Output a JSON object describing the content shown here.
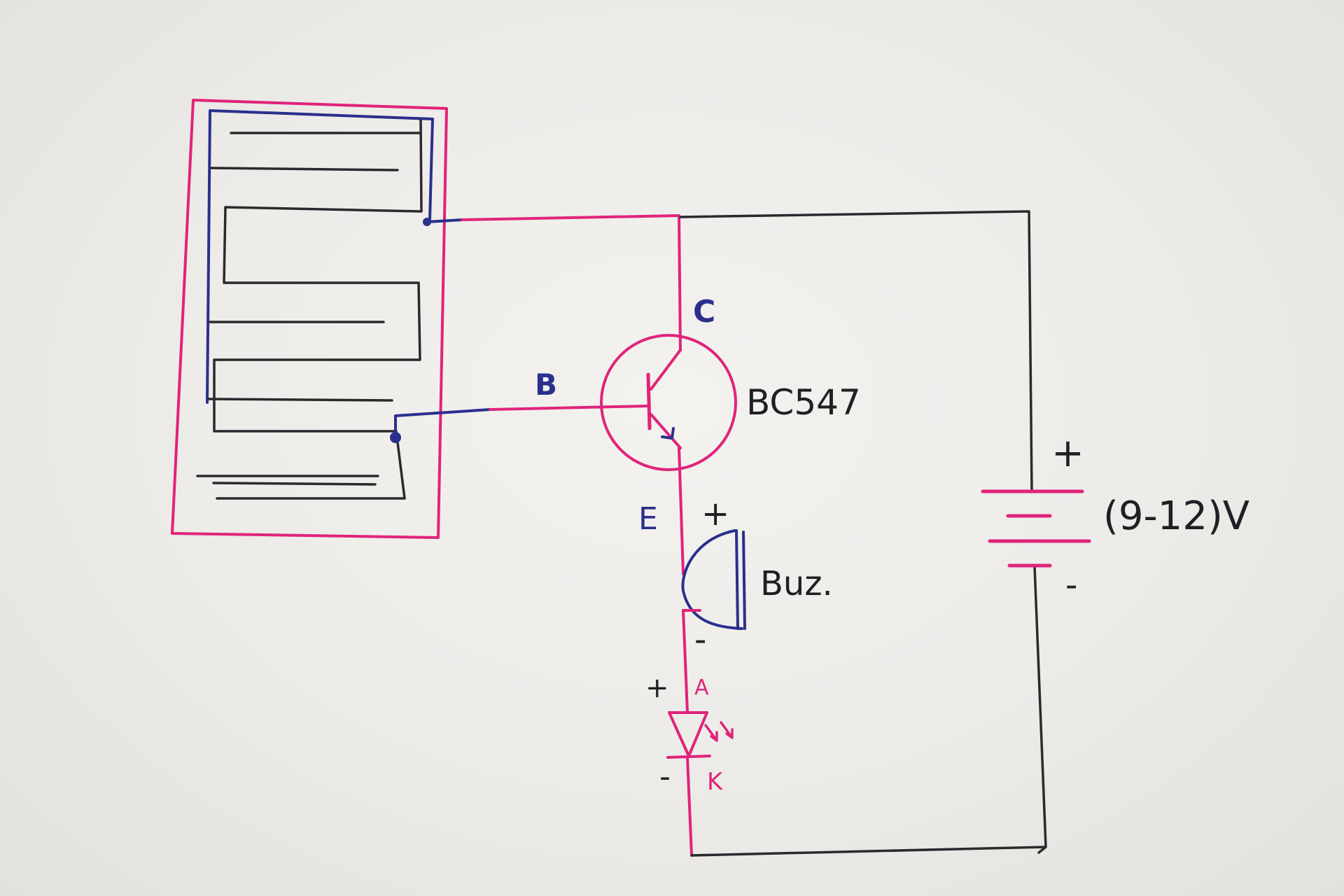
{
  "diagram": {
    "colors": {
      "pink": "#e0247a",
      "blue": "#2b2f8c",
      "dark": "#2a2a2e",
      "paper": "#efeeeb"
    },
    "labels": {
      "collector": "C",
      "base": "B",
      "emitter": "E",
      "transistor": "BC547",
      "buzzer": "Buz.",
      "buzzer_plus": "+",
      "buzzer_minus": "-",
      "led_anode": "A",
      "led_cathode": "K",
      "led_plus": "+",
      "led_minus": "-",
      "battery_plus": "+",
      "battery_minus": "-",
      "battery_voltage": "(9-12)V"
    }
  }
}
